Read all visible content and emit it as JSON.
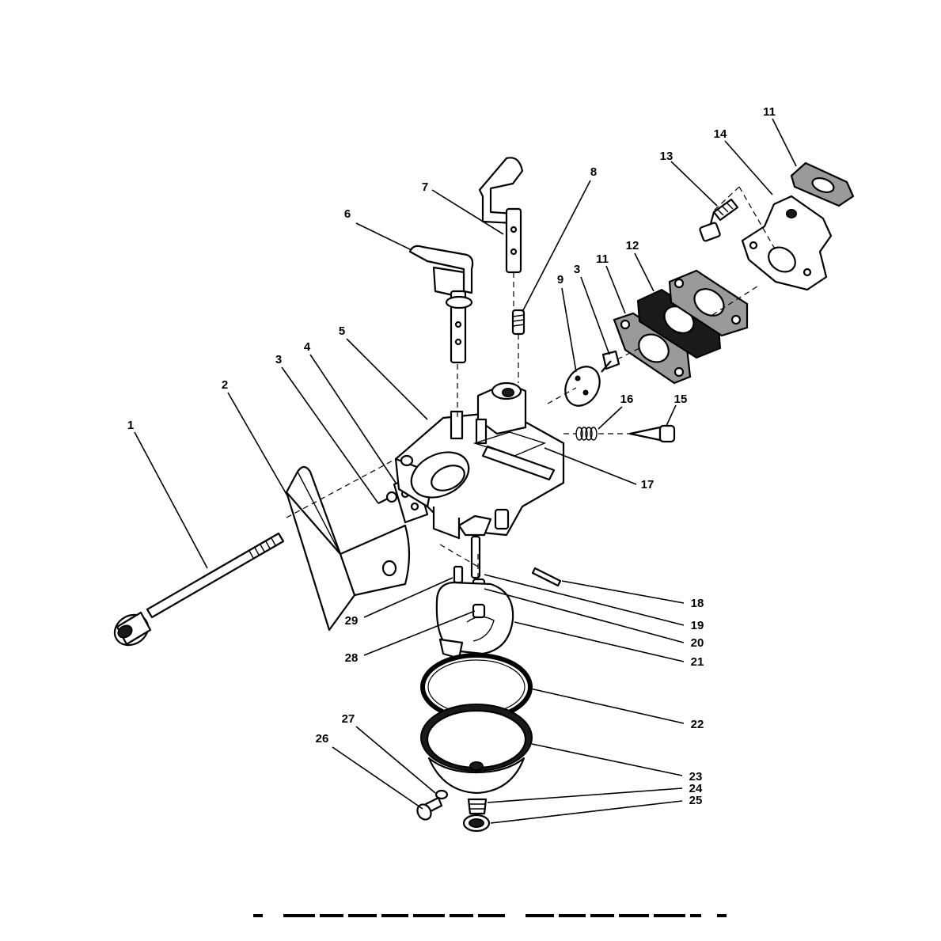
{
  "diagram": {
    "callouts": [
      {
        "id": "c1",
        "label": "1"
      },
      {
        "id": "c2",
        "label": "2"
      },
      {
        "id": "c3a",
        "label": "3"
      },
      {
        "id": "c4",
        "label": "4"
      },
      {
        "id": "c5",
        "label": "5"
      },
      {
        "id": "c6",
        "label": "6"
      },
      {
        "id": "c7",
        "label": "7"
      },
      {
        "id": "c8",
        "label": "8"
      },
      {
        "id": "c9",
        "label": "9"
      },
      {
        "id": "c3b",
        "label": "3"
      },
      {
        "id": "c11a",
        "label": "11"
      },
      {
        "id": "c12",
        "label": "12"
      },
      {
        "id": "c13",
        "label": "13"
      },
      {
        "id": "c14",
        "label": "14"
      },
      {
        "id": "c11b",
        "label": "11"
      },
      {
        "id": "c16",
        "label": "16"
      },
      {
        "id": "c15",
        "label": "15"
      },
      {
        "id": "c17",
        "label": "17"
      },
      {
        "id": "c18",
        "label": "18"
      },
      {
        "id": "c19",
        "label": "19"
      },
      {
        "id": "c20",
        "label": "20"
      },
      {
        "id": "c21",
        "label": "21"
      },
      {
        "id": "c22",
        "label": "22"
      },
      {
        "id": "c23",
        "label": "23"
      },
      {
        "id": "c24",
        "label": "24"
      },
      {
        "id": "c25",
        "label": "25"
      },
      {
        "id": "c26",
        "label": "26"
      },
      {
        "id": "c27",
        "label": "27"
      },
      {
        "id": "c28",
        "label": "28"
      },
      {
        "id": "c29",
        "label": "29"
      }
    ]
  }
}
